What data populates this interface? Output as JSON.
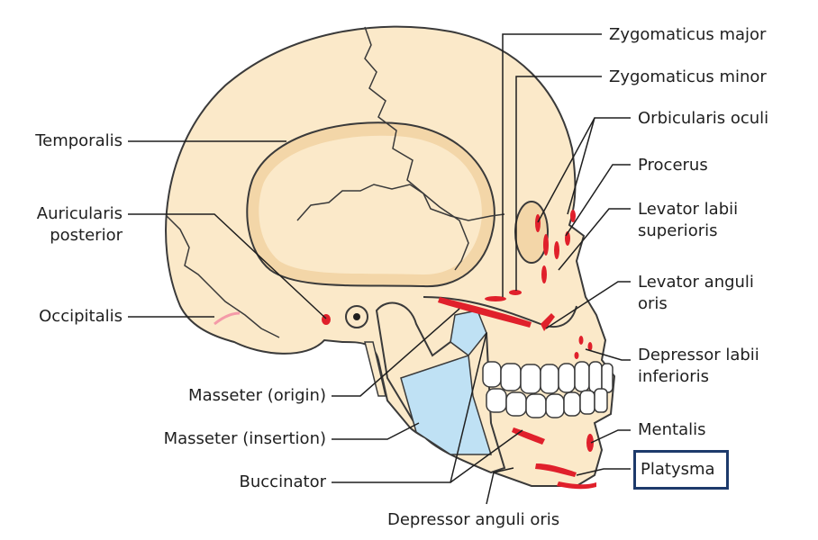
{
  "labels": {
    "zygomaticus_major": "Zygomaticus major",
    "zygomaticus_minor": "Zygomaticus minor",
    "orbicularis_oculi": "Orbicularis oculi",
    "procerus": "Procerus",
    "levator_labii_superioris": [
      "Levator labii",
      "superioris"
    ],
    "levator_anguli_oris": [
      "Levator anguli",
      "oris"
    ],
    "depressor_labii_inferioris": [
      "Depressor labii",
      "inferioris"
    ],
    "mentalis": "Mentalis",
    "platysma": "Platysma",
    "temporalis": "Temporalis",
    "auricularis_posterior": [
      "Auricularis",
      "posterior"
    ],
    "occipitalis": "Occipitalis",
    "masseter_origin": "Masseter (origin)",
    "masseter_insertion": "Masseter (insertion)",
    "buccinator": "Buccinator",
    "depressor_anguli_oris": "Depressor anguli oris"
  },
  "colors": {
    "bone": "#fbe9c9",
    "bone_outline": "#3a3a3a",
    "fossa": "#f3d6a8",
    "muscle_attachment": "#e0202b",
    "masseter_area": "#bfe1f4",
    "highlight_box": "#1d3a6b"
  }
}
